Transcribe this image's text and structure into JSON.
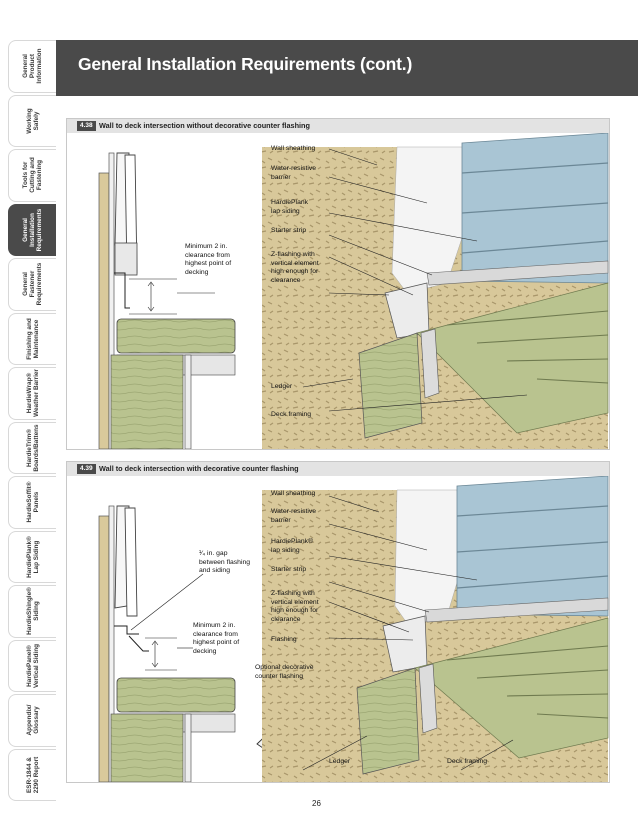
{
  "page": {
    "title": "General Installation Requirements (cont.)",
    "page_number": "26"
  },
  "sidebar": {
    "active_index": 3,
    "tabs": [
      {
        "label": "General\nProduct\nInformation"
      },
      {
        "label": "Working\nSafely"
      },
      {
        "label": "Tools for\nCutting and\nFastening"
      },
      {
        "label": "General\nInstallation\nRequirements"
      },
      {
        "label": "General\nFastener\nRequirements"
      },
      {
        "label": "Finishing and\nMaintenance"
      },
      {
        "label": "HardieWrap®\nWeather Barrier"
      },
      {
        "label": "HardieTrim®\nBoards/Battens"
      },
      {
        "label": "HardieSoffit®\nPanels"
      },
      {
        "label": "HardiePlank®\nLap Siding"
      },
      {
        "label": "HardieShingle®\nSiding"
      },
      {
        "label": "HardiePanel®\nVertical Siding"
      },
      {
        "label": "Appendix/\nGlossary"
      },
      {
        "label": "ESR-1844 &\n2290 Report"
      }
    ]
  },
  "figure1": {
    "number": "4.38",
    "title": "Wall to deck intersection without decorative counter flashing",
    "callouts": {
      "wall_sheathing": "Wall sheathing",
      "wrb": "Water-resistive\nbarrier",
      "lap_siding": "HardiePlank\nlap siding",
      "starter_strip": "Starter strip",
      "z_flashing": "Z-flashing with\nvertical element\nhigh enough for\nclearance",
      "clearance": "Minimum 2 in.\nclearance from\nhighest point of\ndecking",
      "ledger": "Ledger",
      "deck_framing": "Deck framing"
    }
  },
  "figure2": {
    "number": "4.39",
    "title": "Wall to deck intersection with decorative counter flashing",
    "callouts": {
      "wall_sheathing": "Wall sheathing",
      "wrb": "Water-resistive\nbarrier",
      "lap_siding": "HardiePlank®\nlap siding",
      "starter_strip": "Starter strip",
      "z_flashing": "Z-flashing with\nvertical element\nhigh enough for\nclearance",
      "flashing": "Flashing",
      "gap": "¹⁄₄ in. gap\nbetween flashing\nand siding",
      "clearance": "Minimum 2 in.\nclearance from\nhighest point of\ndecking",
      "optional": "Optional decorative\ncounter flashing",
      "ledger": "Ledger",
      "deck_framing": "Deck framing"
    }
  },
  "colors": {
    "dark": "#4a4a4a",
    "siding_blue": "#a9c5d4",
    "deck_green": "#b9c38f",
    "wood_beige": "#d8c89a",
    "wrb_white": "#f4f4f4"
  }
}
